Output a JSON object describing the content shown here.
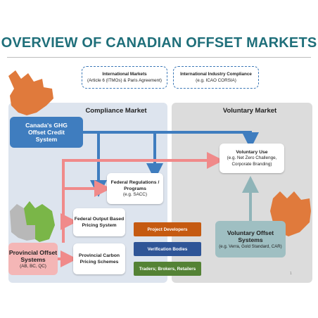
{
  "title": "OVERVIEW OF CANADIAN OFFSET MARKETS",
  "top_boxes": [
    {
      "line1": "International Markets",
      "line2": "(Article 6 (ITMOs) & Paris Agreement)"
    },
    {
      "line1": "International Industry Compliance",
      "line2": "(e.g. ICAO CORSIA)"
    }
  ],
  "regions": {
    "compliance": "Compliance Market",
    "voluntary": "Voluntary Market"
  },
  "ghg_system": {
    "line1": "Canada's GHG",
    "line2": "Offset Credit",
    "line3": "System"
  },
  "provincial": {
    "line1": "Provincial Offset",
    "line2": "Systems",
    "line3": "(AB, BC, QC)"
  },
  "federal_reg": {
    "line1": "Federal Regulations /",
    "line2": "Programs",
    "line3": "(e.g. SACC)"
  },
  "federal_obps": {
    "line1": "Federal Output Based",
    "line2": "Pricing System"
  },
  "provincial_carbon": {
    "line1": "Provincial Carbon",
    "line2": "Pricing Schemes"
  },
  "voluntary_use": {
    "line1": "Voluntary Use",
    "line2": "(e.g. Net Zero Challenge,",
    "line3": "Corporate Branding)"
  },
  "voluntary_offset": {
    "line1": "Voluntary Offset",
    "line2": "Systems",
    "line3": "(e.g. Verra, Gold Standard, CAR)"
  },
  "legend_boxes": [
    {
      "label": "Project Developers",
      "color": "#c55a11"
    },
    {
      "label": "Verification Bodies",
      "color": "#2f5597"
    },
    {
      "label": "Traders; Brokers, Retailers",
      "color": "#548235"
    }
  ],
  "page_number": "1",
  "colors": {
    "title": "#1f6f7a",
    "compliance_bg": "#dde4ee",
    "voluntary_bg": "#dcdcdc",
    "ghg_box": "#3f7dbf",
    "provincial_box": "#f4b6b6",
    "voluntary_offset_box": "#9fbfc2",
    "blue_arrow": "#3f7dbf",
    "pink_arrow": "#f08a8a",
    "teal_arrow": "#8fb4b8",
    "canada_map": "#e07a3c",
    "provinces_grey": "#b8b8b8",
    "provinces_green": "#7ab648"
  }
}
